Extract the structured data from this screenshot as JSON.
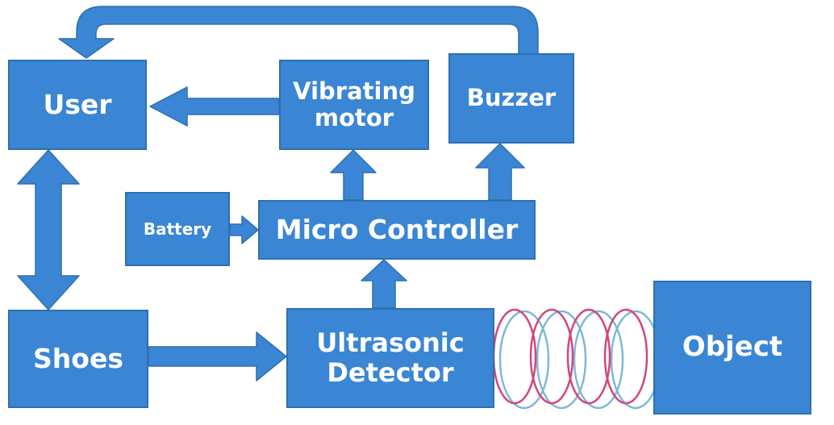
{
  "colors": {
    "box_fill": "#3a86d4",
    "box_stroke": "#2f6fb0",
    "arrow": "#3a86d4",
    "text": "#ffffff",
    "wave_pink": "#d1477e",
    "wave_blue": "#7fb9d8"
  },
  "blocks": {
    "user": "User",
    "vibrating_motor": "Vibrating\nmotor",
    "buzzer": "Buzzer",
    "battery": "Battery",
    "micro_controller": "Micro Controller",
    "shoes": "Shoes",
    "ultrasonic_detector": "Ultrasonic\nDetector",
    "object": "Object"
  }
}
